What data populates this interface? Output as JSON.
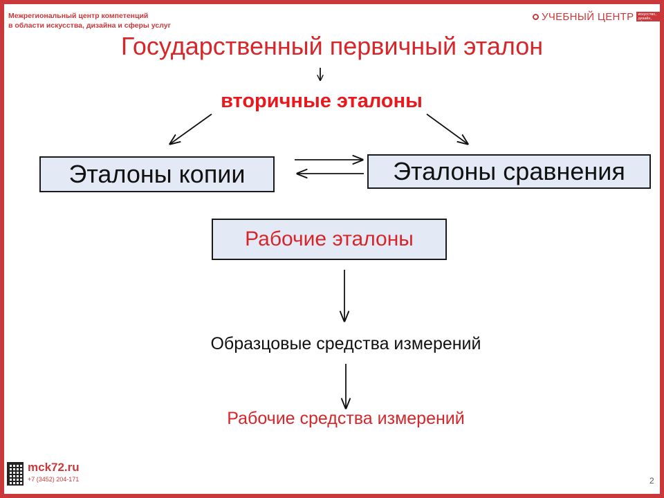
{
  "header": {
    "org_line1": "Межрегиональный центр компетенций",
    "org_line2": "в области искусства, дизайна и сферы услуг",
    "brand_name": "УЧЕБНЫЙ ЦЕНТР",
    "brand_tagline": "искусство, дизайн, сфера услуг"
  },
  "diagram": {
    "title": "Государственный первичный эталон",
    "secondary": "вторичные эталоны",
    "copies": "Эталоны копии",
    "comparison": "Эталоны сравнения",
    "working": "Рабочие эталоны",
    "exemplary": "Образцовые средства измерений",
    "working_tools": "Рабочие средства измерений"
  },
  "footer": {
    "site": "mck72.ru",
    "phone": "+7 (3452) 204-171",
    "page": "2"
  },
  "colors": {
    "accent": "#c9383a",
    "title_red": "#d7262a",
    "box_fill": "#e4e9f6"
  }
}
